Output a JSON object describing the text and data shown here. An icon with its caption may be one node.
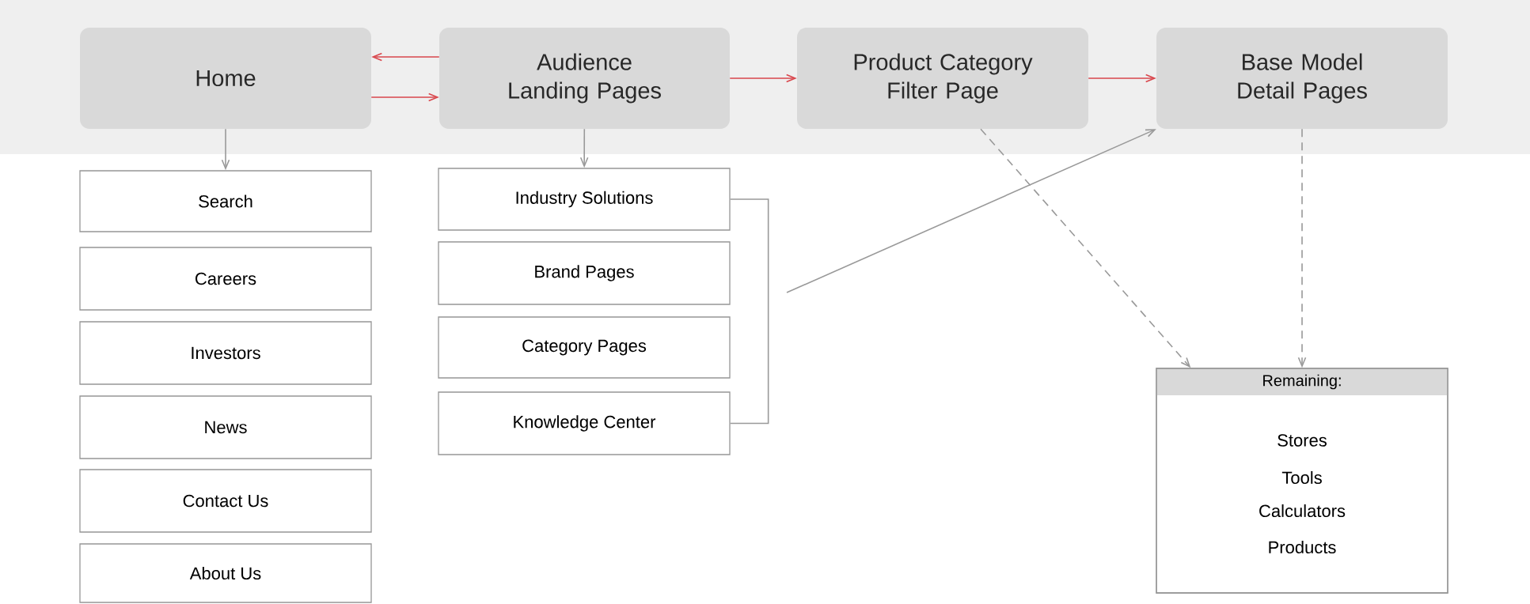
{
  "diagram": {
    "nodes": [
      {
        "text": [
          "Home"
        ]
      },
      {
        "text": [
          "Audience Landing Pages"
        ]
      },
      {
        "text": [
          "Product Category Filter Page"
        ]
      },
      {
        "text": [
          "Base Model Detail Pages"
        ]
      },
      {
        "text": [
          "Search"
        ]
      },
      {
        "text": [
          "Careers"
        ]
      },
      {
        "text": [
          "Investors"
        ]
      },
      {
        "text": [
          "News"
        ]
      },
      {
        "text": [
          "Contact Us"
        ]
      },
      {
        "text": [
          "About Us"
        ]
      },
      {
        "text": [
          "Industry Solutions"
        ]
      },
      {
        "text": [
          "Brand Pages"
        ]
      },
      {
        "text": [
          "Category Pages"
        ]
      },
      {
        "text": [
          "Knowledge Center"
        ]
      },
      {
        "text": [
          "Remaining:",
          "Stores",
          "Tools",
          "Calculators",
          "Products"
        ]
      }
    ],
    "edges": [
      {
        "from": 1,
        "to": 0,
        "arrow": "to",
        "color": "#d9464c"
      },
      {
        "from": 0,
        "to": 1,
        "arrow": "to",
        "color": "#d9464c"
      },
      {
        "from": 1,
        "to": 2,
        "arrow": "to",
        "color": "#d9464c"
      },
      {
        "from": 2,
        "to": 3,
        "arrow": "to",
        "color": "#d9464c"
      },
      {
        "from": 0,
        "to": 4,
        "arrow": "to"
      },
      {
        "from": 1,
        "to": 10,
        "arrow": "to"
      },
      {
        "from": null,
        "to": 3,
        "arrow": "to"
      },
      {
        "from": 2,
        "to": 14,
        "arrow": "to",
        "style": "dashed"
      },
      {
        "from": 3,
        "to": 14,
        "arrow": "to",
        "style": "dashed"
      },
      {
        "from": 10,
        "to": 13,
        "arrow": "none"
      }
    ]
  }
}
